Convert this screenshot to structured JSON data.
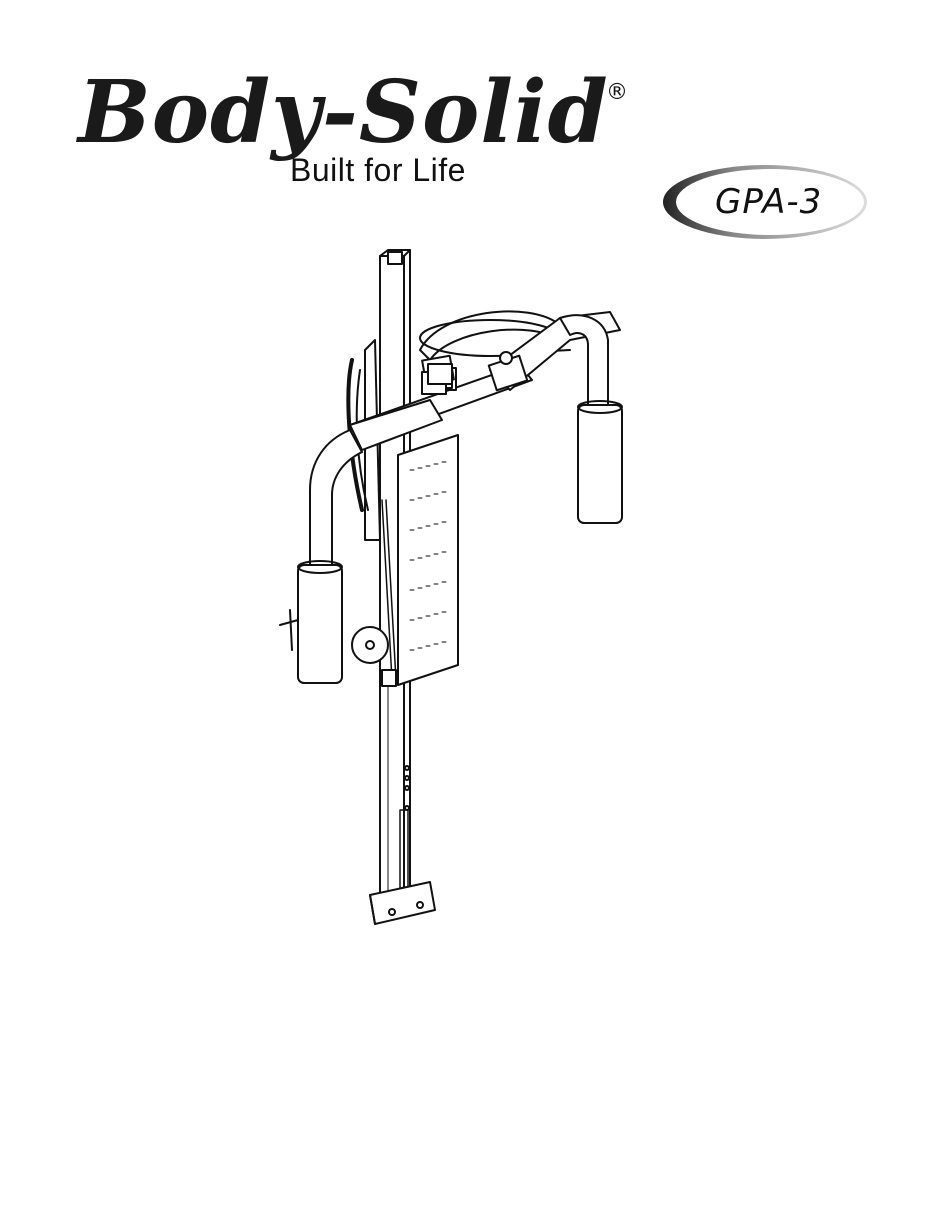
{
  "brand": {
    "name": "Body-Solid",
    "registered_mark": "®",
    "tagline": "Built for Life"
  },
  "model": {
    "code": "GPA-3"
  },
  "illustration": {
    "icon": "gym-attachment-line-drawing-icon"
  }
}
